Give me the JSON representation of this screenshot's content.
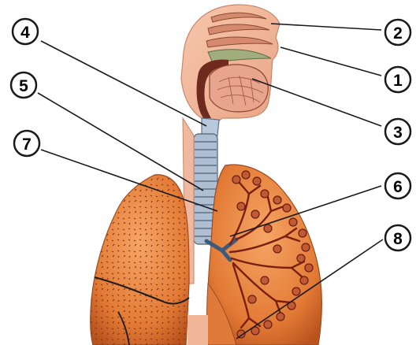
{
  "diagram": {
    "labels": [
      {
        "id": "label-1",
        "text": "1"
      },
      {
        "id": "label-2",
        "text": "2"
      },
      {
        "id": "label-3",
        "text": "3"
      },
      {
        "id": "label-4",
        "text": "4"
      },
      {
        "id": "label-5",
        "text": "5"
      },
      {
        "id": "label-6",
        "text": "6"
      },
      {
        "id": "label-7",
        "text": "7"
      },
      {
        "id": "label-8",
        "text": "8"
      }
    ],
    "colors": {
      "skin": "#f2b89a",
      "skin_dark": "#d88e6e",
      "lung": "#e8823e",
      "lung_dark": "#a4471b",
      "airway": "#c9d6e6",
      "bronchi": "#8a2c1a",
      "outline": "#1a1a1a"
    }
  }
}
